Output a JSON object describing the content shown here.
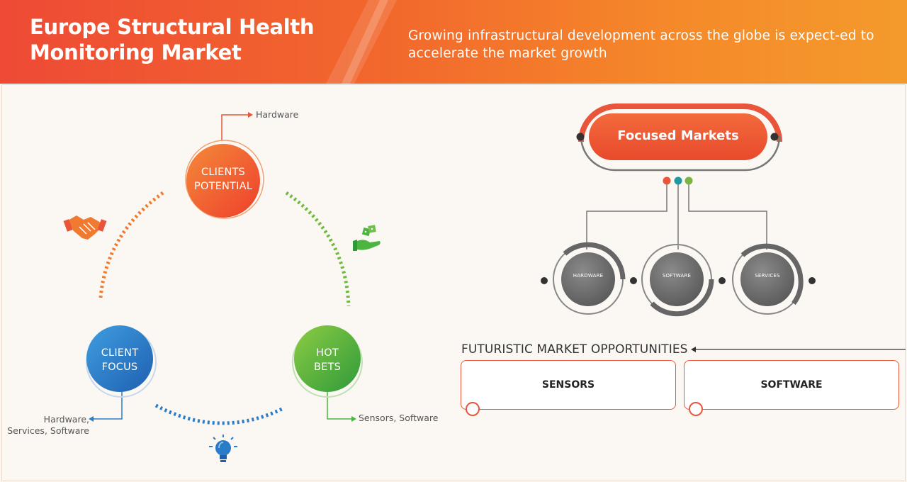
{
  "header": {
    "title": "Europe Structural Health Monitoring Market",
    "tagline": "Growing infrastructural development across the globe is expect-ed to accelerate the market growth"
  },
  "cycle": {
    "clients_potential": {
      "label": "CLIENTS POTENTIAL",
      "note": "Hardware",
      "color": "#f05a2a"
    },
    "client_focus": {
      "label": "CLIENT FOCUS",
      "note": "Hardware, Services, Software",
      "color": "#2a7bc8"
    },
    "hot_bets": {
      "label": "HOT BETS",
      "note": "Sensors, Software",
      "color": "#4bb53f"
    },
    "icons": [
      "handshake-icon",
      "dice-in-hand-icon",
      "lightbulb-icon"
    ]
  },
  "focused_markets": {
    "title": "Focused Markets",
    "items": [
      "HARDWARE",
      "SOFTWARE",
      "SERVICES"
    ],
    "dot_colors": [
      "#e8553a",
      "#1f9aa0",
      "#7cb342"
    ]
  },
  "futuristic": {
    "title": "FUTURISTIC MARKET OPPORTUNITIES",
    "boxes": [
      "SENSORS",
      "SOFTWARE"
    ]
  }
}
